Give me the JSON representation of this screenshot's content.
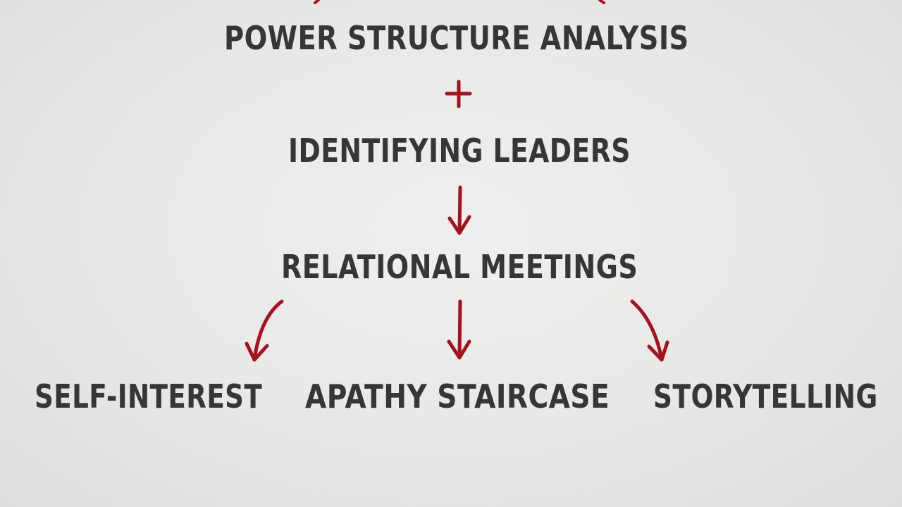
{
  "diagram": {
    "nodes": {
      "power_structure_analysis": "POWER STRUCTURE ANALYSIS",
      "identifying_leaders": "IDENTIFYING LEADERS",
      "relational_meetings": "RELATIONAL MEETINGS",
      "self_interest": "SELF-INTEREST",
      "apathy_staircase": "APATHY STAIRCASE",
      "storytelling": "STORYTELLING"
    },
    "colors": {
      "text": "#363636",
      "connector": "#a3121d",
      "background": "#e9e9e8"
    }
  }
}
